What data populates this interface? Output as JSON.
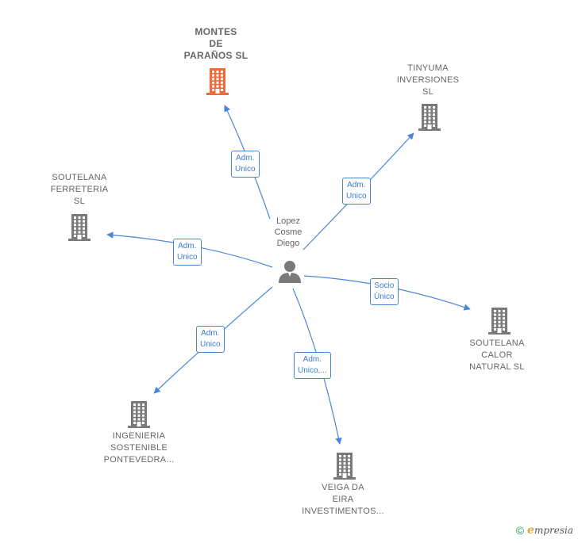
{
  "center": {
    "name_lines": [
      "Lopez",
      "Cosme",
      "Diego"
    ],
    "icon": "person-icon"
  },
  "companies": [
    {
      "id": "montes",
      "lines": [
        "MONTES",
        "DE",
        "PARAÑOS  SL"
      ],
      "highlight": true,
      "icon": "building-icon",
      "color": "#f06a3a"
    },
    {
      "id": "tinyuma",
      "lines": [
        "TINYUMA",
        "INVERSIONES",
        "SL"
      ],
      "highlight": false,
      "icon": "building-icon",
      "color": "#7a7a7a"
    },
    {
      "id": "soutelana-ferreteria",
      "lines": [
        "SOUTELANA",
        "FERRETERIA",
        "SL"
      ],
      "highlight": false,
      "icon": "building-icon",
      "color": "#7a7a7a"
    },
    {
      "id": "soutelana-calor",
      "lines": [
        "SOUTELANA",
        "CALOR",
        "NATURAL SL"
      ],
      "highlight": false,
      "icon": "building-icon",
      "color": "#7a7a7a"
    },
    {
      "id": "ingenieria",
      "lines": [
        "INGENIERIA",
        "SOSTENIBLE",
        "PONTEVEDRA..."
      ],
      "highlight": false,
      "icon": "building-icon",
      "color": "#7a7a7a"
    },
    {
      "id": "veiga",
      "lines": [
        "VEIGA DA",
        "EIRA",
        "INVESTIMENTOS..."
      ],
      "highlight": false,
      "icon": "building-icon",
      "color": "#7a7a7a"
    }
  ],
  "relations": [
    {
      "to": "montes",
      "lines": [
        "Adm.",
        "Unico"
      ]
    },
    {
      "to": "tinyuma",
      "lines": [
        "Adm.",
        "Unico"
      ]
    },
    {
      "to": "soutelana-ferreteria",
      "lines": [
        "Adm.",
        "Unico"
      ]
    },
    {
      "to": "soutelana-calor",
      "lines": [
        "Socio",
        "Único"
      ]
    },
    {
      "to": "ingenieria",
      "lines": [
        "Adm.",
        "Unico"
      ]
    },
    {
      "to": "veiga",
      "lines": [
        "Adm.",
        "Unico,..."
      ]
    }
  ],
  "colors": {
    "edge": "#4a86d6",
    "node_gray": "#7a7a7a",
    "node_highlight": "#f06a3a"
  },
  "footer": {
    "copyright": "©",
    "brand_initial": "e",
    "brand_rest": "mpresia"
  }
}
